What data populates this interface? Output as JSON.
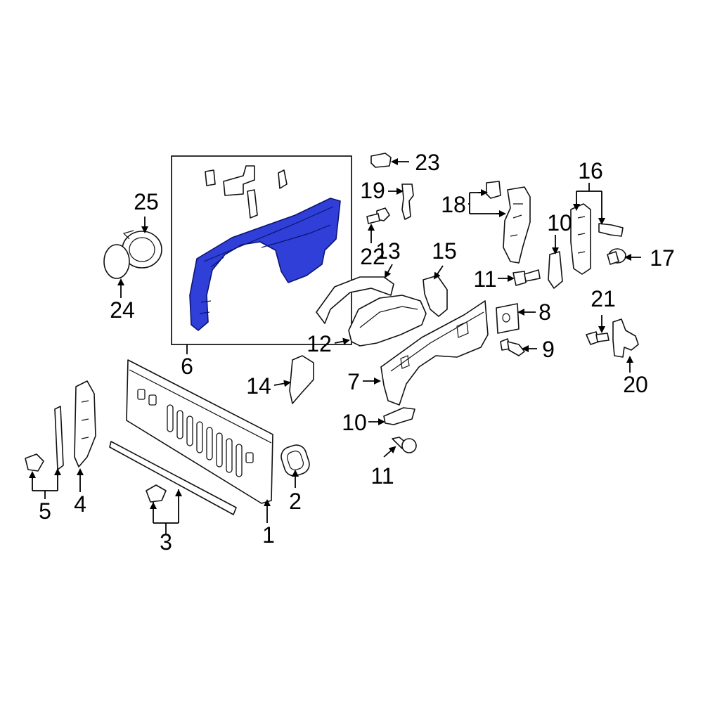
{
  "callouts": {
    "c1": "1",
    "c2": "2",
    "c3": "3",
    "c4": "4",
    "c5": "5",
    "c6": "6",
    "c7": "7",
    "c8": "8",
    "c9": "9",
    "c10a": "10",
    "c10b": "10",
    "c11a": "11",
    "c11b": "11",
    "c12": "12",
    "c13": "13",
    "c14": "14",
    "c15": "15",
    "c16": "16",
    "c17": "17",
    "c18": "18",
    "c19": "19",
    "c20": "20",
    "c21": "21",
    "c22": "22",
    "c23": "23",
    "c24": "24",
    "c25": "25"
  },
  "colors": {
    "highlight_fill": "#2f3fd8",
    "highlight_stroke": "#0b1470",
    "line": "#111111",
    "background": "#ffffff"
  }
}
